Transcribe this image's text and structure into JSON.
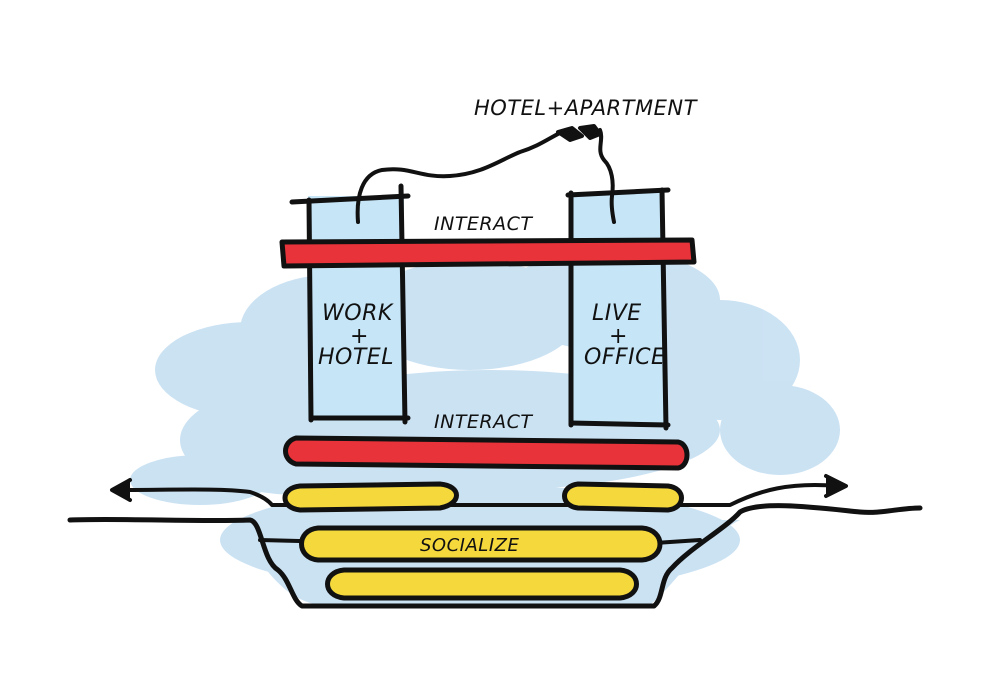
{
  "labels": {
    "top": "HOTEL+APARTMENT",
    "interact_upper": "INTERACT",
    "interact_lower": "INTERACT",
    "left_tower": [
      "WORK",
      "+",
      "HOTEL"
    ],
    "right_tower": [
      "LIVE",
      "+",
      "OFFICE"
    ],
    "socialize": "SOCIALIZE"
  },
  "colors": {
    "ink": "#111111",
    "tower_fill": "#c6e6f8",
    "cloud": "#c9e1f3",
    "interact_red": "#e8333a",
    "socialize_yellow": "#f4d83c"
  }
}
